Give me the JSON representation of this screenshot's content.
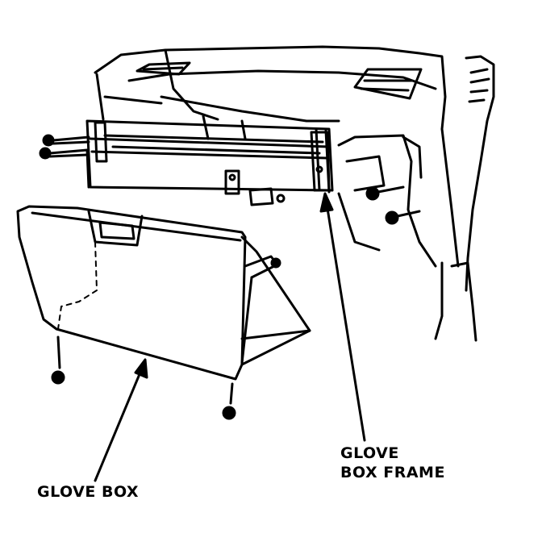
{
  "labels": {
    "glove_box": "GLOVE BOX",
    "glove_box_frame_line1": "GLOVE",
    "glove_box_frame_line2": "BOX FRAME"
  },
  "colors": {
    "ink": "#000000",
    "paper": "#ffffff"
  }
}
